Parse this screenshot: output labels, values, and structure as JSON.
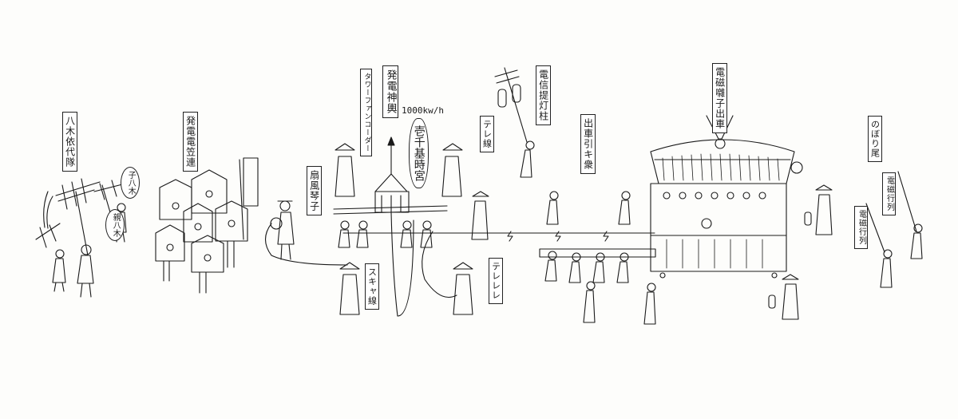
{
  "labels": {
    "hachiboku": "八木依代隊",
    "hatsuden_kasa": "発電電笠連",
    "senpu": "扇風琴子",
    "hatsuden_mikoshi": "発電神輿",
    "tower_fan": "タワーファンコーダー",
    "kilowatt": "1000kw/h",
    "ichisen": "壱千基時宮",
    "terebi": "テレ線",
    "denshin": "電信提灯柱",
    "dashi": "出車引キ衆",
    "denji_dashi": "電磁囃子出車",
    "nobori": "のぼり尾",
    "sukyawa": "スキャ線",
    "tereretore": "テレレレ",
    "denji_gyoretsu_a": "電磁行列",
    "denji_gyoretsu_b": "電磁行列",
    "bubble_a": "子八木",
    "bubble_b": "親八木"
  },
  "palette": {
    "ink": "#1a1a1a",
    "paper": "#fdfdfb"
  }
}
